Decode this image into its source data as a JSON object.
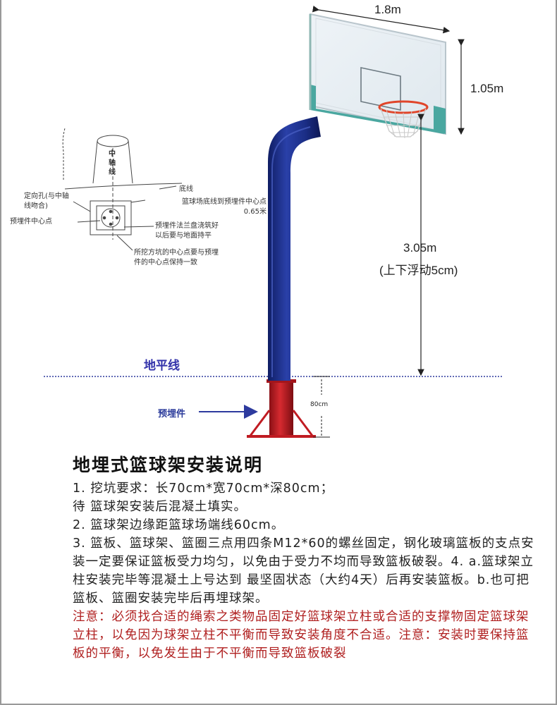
{
  "dimensions": {
    "width_label": "1.8m",
    "backboard_height_label": "1.05m",
    "rim_height_label": "3.05m",
    "rim_height_note": "(上下浮动5cm)",
    "embed_depth_label": "80cm"
  },
  "ground_line_label": "地平线",
  "embedded_part_label": "预埋件",
  "sketch": {
    "center_axis": "中\n轴\n线",
    "base_line": "底线",
    "positioning_hole": "定向孔(与中轴\n线吻合)",
    "court_to_center": "篮球场底线到预埋件中心点\n0.65米",
    "embed_center": "预埋件中心点",
    "flange_note": "预埋件法兰盘浇筑好\n以后要与地面持平",
    "pit_center_note": "所挖方坑的中心点要与预埋\n件的中心点保持一致"
  },
  "instructions": {
    "title": "地埋式篮球架安装说明",
    "paragraphs": [
      "1. 挖坑要求：长70cm*宽70cm*深80cm；",
      "待 篮球架安装后混凝土填实。",
      "2. 篮球架边缘距篮球场端线60cm。",
      "3. 篮板、篮球架、篮圈三点用四条M12*60的螺丝固定，钢化玻璃篮板的支点安装一定要保证篮板受力均匀，以免由于受力不均而导致篮板破裂。4. a.篮球架立柱安装完毕等混凝土上号达到 最坚固状态（大约4天）后再安装篮板。b.也可把篮板、篮圈安装完毕后再埋球架。"
    ],
    "note": "注意：必须找合适的绳索之类物品固定好篮球架立柱或合适的支撑物固定篮球架立柱，以免因为球架立柱不平衡而导致安装角度不合适。注意：安装时要保持篮板的平衡，以免发生由于不平衡而导致篮板破裂"
  },
  "colors": {
    "pole": "#1b2e86",
    "embed": "#c01b22",
    "backboard_frame": "#4aa7a0",
    "rim": "#e0452a",
    "ground_line": "#2d3a9e",
    "note_text": "#b02020"
  }
}
